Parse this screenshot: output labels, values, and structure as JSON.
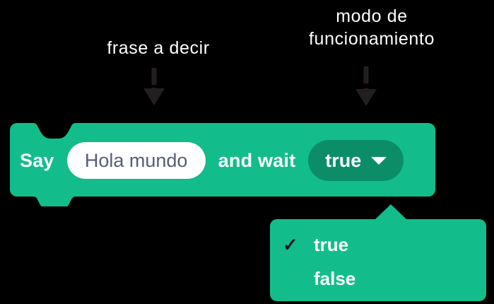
{
  "annotations": {
    "phrase_label": "frase a decir",
    "mode_label": "modo de\nfuncionamiento"
  },
  "block": {
    "say_label": "Say",
    "text_input_value": "Hola mundo",
    "and_wait_label": "and wait",
    "dropdown_selected": "true",
    "caret_icon": "chevron-down-icon",
    "color": "#12bd8b",
    "dropdown_color": "#0b8e68",
    "input_text_color": "#575e75"
  },
  "dropdown_menu": {
    "check_glyph": "✓",
    "items": [
      {
        "label": "true",
        "checked": true
      },
      {
        "label": "false",
        "checked": false
      }
    ]
  }
}
